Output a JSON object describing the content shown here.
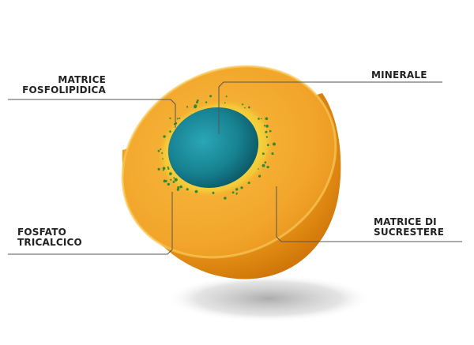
{
  "diagram": {
    "labels": {
      "phospholipid_matrix": [
        "MATRICE",
        "FOSFOLIPIDICA"
      ],
      "mineral": [
        "MINERALE"
      ],
      "tricalcium_phosphate": [
        "FOSFATO",
        "TRICALCICO"
      ],
      "sucrose_ester_matrix": [
        "MATRICE DI",
        "SUCRESTERE"
      ]
    },
    "colors": {
      "outer_shell": "#f2a41f",
      "outer_shell_dark": "#d4780a",
      "cut_face": "#f6b335",
      "inner_glow": "#f7e03a",
      "core": "#1a8a9c",
      "core_dark": "#0e5f6e",
      "particles": "#2f8a2f",
      "leader_lines": "#555555",
      "shadow": "#bdbdbd"
    }
  }
}
